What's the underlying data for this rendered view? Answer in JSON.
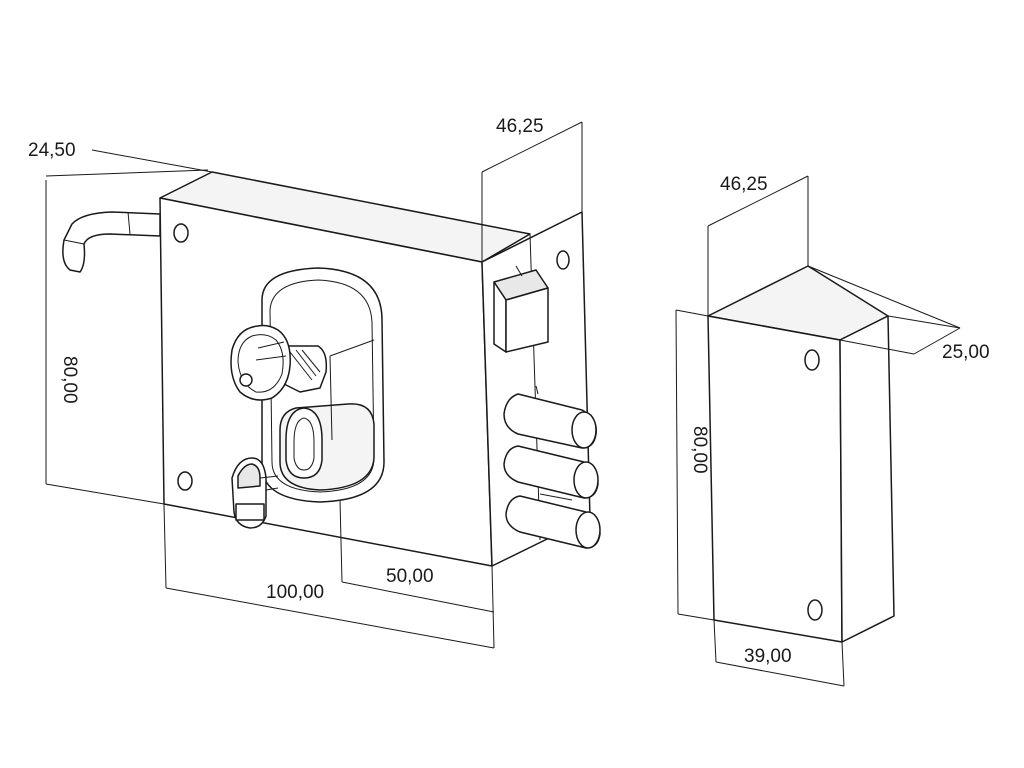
{
  "lock": {
    "dim_depth_left": "24,50",
    "dim_depth_top": "46,25",
    "dim_height": "80,00",
    "dim_width": "100,00",
    "dim_backset": "50,00"
  },
  "keeper": {
    "dim_depth_top": "46,25",
    "dim_depth_side": "25,00",
    "dim_height": "80,00",
    "dim_width": "39,00"
  }
}
